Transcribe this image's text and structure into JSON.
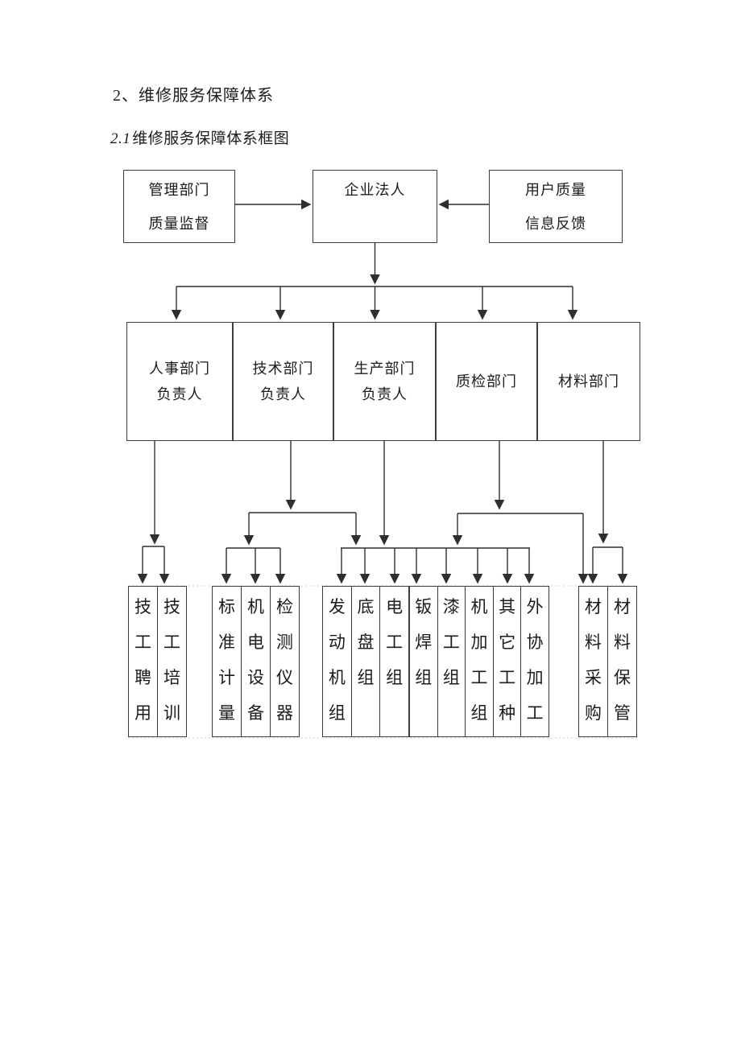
{
  "page": {
    "title": "2、维修服务保障体系",
    "subtitle_num": "2.1",
    "subtitle_text": "维修服务保障体系框图"
  },
  "top_row": {
    "management": {
      "line1": "管理部门",
      "line2": "质量监督"
    },
    "legal": {
      "label": "企业法人"
    },
    "user": {
      "line1": "用户质量",
      "line2": "信息反馈"
    }
  },
  "departments": [
    {
      "line1": "人事部门",
      "line2": "负责人"
    },
    {
      "line1": "技术部门",
      "line2": "负责人"
    },
    {
      "line1": "生产部门",
      "line2": "负责人"
    },
    {
      "label": "质检部门"
    },
    {
      "label": "材料部门"
    }
  ],
  "bottom_groups": {
    "personnel": [
      "技工聘用",
      "技工培训"
    ],
    "technical": [
      "标准计量",
      "机电设备",
      "检测仪器"
    ],
    "production": [
      "发动机组",
      "底盘组",
      "电工组"
    ],
    "quality": [
      "钣焊组",
      "漆工组",
      "机加工组",
      "其它工种",
      "外协加工"
    ],
    "material": [
      "材料采购",
      "材料保管"
    ]
  }
}
